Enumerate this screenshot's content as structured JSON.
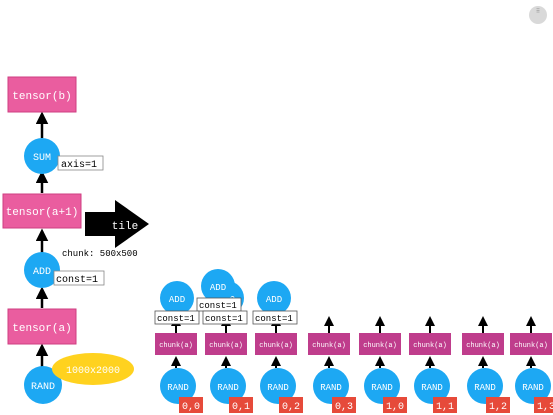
{
  "corner_icon": {
    "name": "slides-menu-icon",
    "text": "⠿"
  },
  "colors": {
    "tensor_box": "#ea5d9f",
    "tensor_box_border": "#cf3e82",
    "op_circle": "#1da8f3",
    "chunk_box": "#bf3d8c",
    "chunk_label": "#e64a3a",
    "shape_bubble": "#ffd21f",
    "arrow": "#000000"
  },
  "main_graph": {
    "tensor_b": "tensor(b)",
    "sum": "SUM",
    "axis": "axis=1",
    "tensor_a1": "tensor(a+1)",
    "add": "ADD",
    "const": "const=1",
    "tensor_a": "tensor(a)",
    "rand": "RAND",
    "shape": "1000x2000",
    "chunk_note": "chunk: 500x500",
    "tile_arrow": "tile"
  },
  "tiled": {
    "add_label": "ADD",
    "const_label": "const=1",
    "chunk_label": "chunk(a)",
    "rand_label": "RAND",
    "chunk_indices": [
      "0,0",
      "0,1",
      "0,2",
      "0,3",
      "1,0",
      "1,1",
      "1,2",
      "1,3"
    ]
  }
}
